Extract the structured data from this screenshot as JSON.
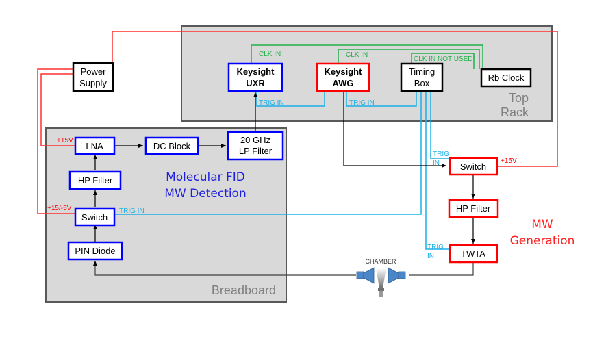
{
  "panels": {
    "top_rack": {
      "line1": "Top",
      "line2": "Rack"
    },
    "breadboard": {
      "label": "Breadboard"
    }
  },
  "sections": {
    "detection": {
      "line1": "Molecular FID",
      "line2": "MW Detection",
      "color": "#1f1fe0"
    },
    "generation": {
      "line1": "MW",
      "line2": "Generation",
      "color": "#ff2020"
    }
  },
  "blocks": {
    "power_supply": {
      "line1": "Power",
      "line2": "Supply"
    },
    "uxr": {
      "line1": "Keysight",
      "line2": "UXR"
    },
    "awg": {
      "line1": "Keysight",
      "line2": "AWG"
    },
    "timing_box": {
      "line1": "Timing",
      "line2": "Box"
    },
    "rb_clock": {
      "label": "Rb Clock"
    },
    "lna": {
      "label": "LNA"
    },
    "dc_block": {
      "label": "DC Block"
    },
    "lp_filter": {
      "line1": "20 GHz",
      "line2": "LP Filter"
    },
    "det_hp_filter": {
      "label": "HP Filter"
    },
    "det_switch": {
      "label": "Switch"
    },
    "pin_diode": {
      "label": "PIN Diode"
    },
    "gen_switch": {
      "label": "Switch"
    },
    "gen_hp_filter": {
      "label": "HP Filter"
    },
    "twta": {
      "label": "TWTA"
    },
    "chamber": {
      "label": "CHAMBER"
    }
  },
  "signals": {
    "clk_in_uxr": "CLK IN",
    "clk_in_awg": "CLK IN",
    "clk_in_timing": "CLK IN NOT USED*",
    "trig_in_uxr": "TRIG IN",
    "trig_in_awg": "TRIG IN",
    "trig_in_det_switch": "TRIG IN",
    "trig_gen_switch_1": "TRIG",
    "trig_gen_switch_2": "IN",
    "trig_twta_1": "TRIG",
    "trig_twta_2": "IN",
    "v_lna": "+15V",
    "v_det_switch": "+15/-5V",
    "v_gen_switch": "+15V"
  },
  "colors": {
    "detection_border": "#0000ff",
    "generation_border": "#ff0000",
    "power_wire": "#ff3030",
    "clock_wire": "#22b04a",
    "trigger_wire": "#1ab0e8",
    "rf_wire": "#000000",
    "panel_fill": "#d9d9d9"
  }
}
